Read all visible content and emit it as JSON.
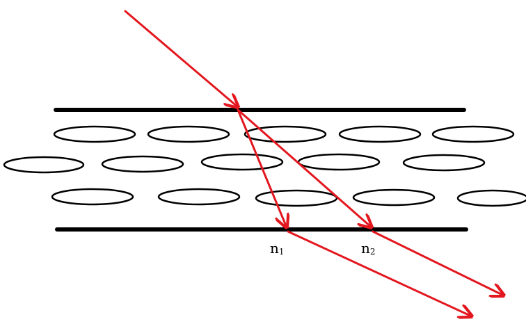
{
  "diagram": {
    "labels": {
      "n1": {
        "main": "n",
        "sub": "1"
      },
      "n2": {
        "main": "n",
        "sub": "2"
      }
    }
  },
  "colors": {
    "ray": "#e3171f",
    "boundary": "#000000",
    "ellipse_stroke": "#000000",
    "background": "#ffffff"
  },
  "icons": [
    "arrow-head-icon"
  ]
}
